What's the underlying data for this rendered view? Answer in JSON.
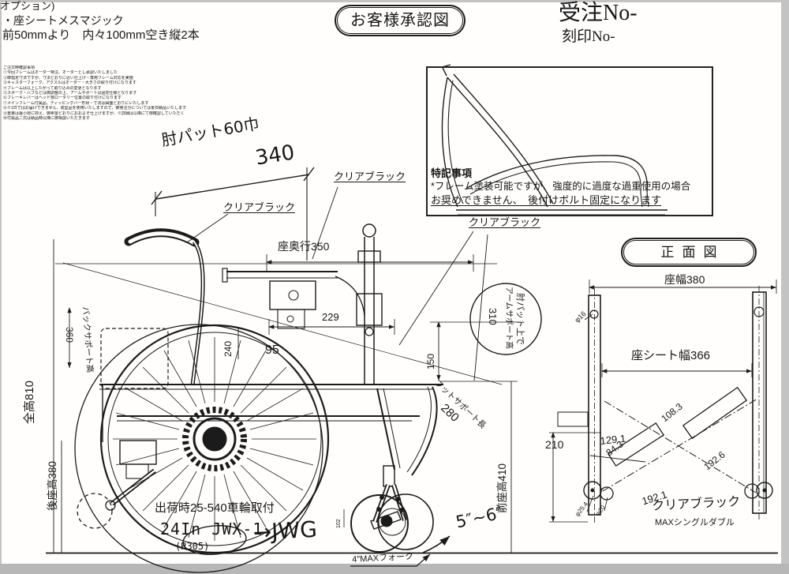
{
  "colors": {
    "ink": "#1b1b1b",
    "paper": "#fffefd",
    "scan_edge": "#c3c3c3"
  },
  "top_left": {
    "line1": "オプション)",
    "line2": "・座シートメスマジック",
    "line3": "前50mmより　内々100mm空き縦2本",
    "note_lines": [
      "ご注文時確認事項",
      "①今回フレームはオーダー特注、オーダーとし承認いたしました",
      "②御指定寸法ですが、寸法どおりに近い仕上げ・専用フレーム対応を実施",
      "③キャスターフォーク、アクスルはオーダー・大きさの取り付けになります",
      "④フレームは以上したがって取り込みの変更となります",
      "⑤スポーク・ハブなどは御調整の上、アームサポートは固定仕様となります",
      "⑥ブレーキレバーはヘッド部ロータリー位置の取り付けになります",
      "⑦メインフレーム付属品、ティッピングバー形状・寸法は図面どおりにいたします",
      "⑧※1日ではお届けできません、成型品を使用いたしますので、御発注分については後日納品いたします",
      "⑨重量は最小限に抑え、御希望どおりにおおよそ仕上げますが、※詳細は以降にて御確認していただく",
      "⑩付属品二式は納品時以降に御相談いただきます"
    ]
  },
  "header": {
    "approval_badge": "お客様承認図",
    "order_no": "受注No-",
    "stamp_no": "刻印No-"
  },
  "special_notes": {
    "title": "特記事項",
    "line1": "*フレーム塗装可能ですが、強度的に過度な過重使用の場合",
    "line2": "お奨めできません、　後付けボルト固定になります"
  },
  "side_view": {
    "arm_pad_width_label": "肘パット60巾",
    "arm_pad_width_value": "340",
    "clear_black_1": "クリアブラック",
    "clear_black_2": "クリアブラック",
    "clear_black_3": "クリアブラック",
    "seat_depth": "座奥行350",
    "dim_229": "229",
    "dim_240": "240",
    "dim_95": "95",
    "dim_150": "150",
    "balloon": {
      "line1": "肘パット上で",
      "line2": "アームサポート高",
      "value": "310"
    },
    "back_support_label": "バックサポート高",
    "back_support_value": "360",
    "overall_height": "全高810",
    "rear_seat_height": "後座高380",
    "front_seat_height": "前座高410",
    "foot_support_label": "フットサポート長",
    "foot_support_value": "280",
    "dim_102": "102",
    "shipping_note": "出荷時25-540車輪取付",
    "wheel_spec": "24In JWX-1",
    "wheel_spec_sub": "(R305)",
    "handwritten_wheel": "→JWG",
    "caster_angle": "5″~6″",
    "fork_note": "4″MAXフォーク"
  },
  "front_view": {
    "title": "正面図",
    "seat_width": "座幅380",
    "seat_sheet_width": "座シート幅366",
    "dim_210": "210",
    "dim_129_1": "129.1",
    "dim_84_3": "84.3",
    "dim_108_3": "108.3",
    "dim_192_6": "192.6",
    "dim_192_1": "192.1",
    "dia_16": "φ16",
    "dia_25_4": "φ25.4",
    "dia_20": "φ20",
    "finish_label": "クリアブラック",
    "caster_note": "MAXシングルダブル"
  }
}
